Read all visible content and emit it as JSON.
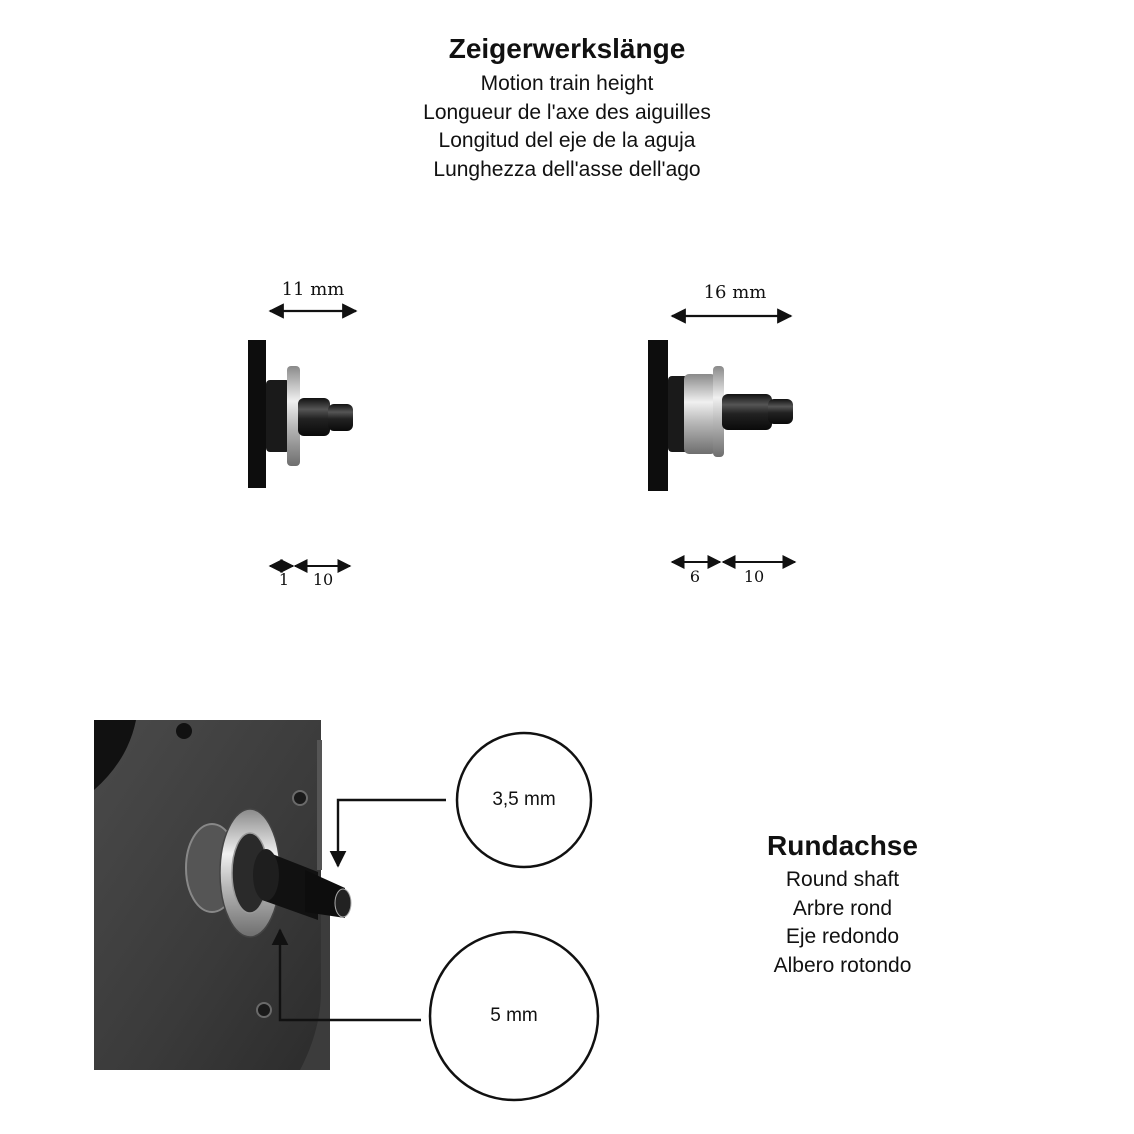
{
  "header": {
    "title": "Zeigerwerkslänge",
    "lines": [
      "Motion train height",
      "Longueur de l'axe des aiguilles",
      "Longitud del eje de la aguja",
      "Lunghezza dell'asse dell'ago"
    ]
  },
  "left_movement": {
    "total_label": "11 mm",
    "segment_a": "1",
    "segment_b": "10"
  },
  "right_movement": {
    "total_label": "16 mm",
    "segment_a": "6",
    "segment_b": "10"
  },
  "callouts": {
    "upper": "3,5 mm",
    "lower": "5 mm"
  },
  "round_shaft": {
    "title": "Rundachse",
    "lines": [
      "Round shaft",
      "Arbre rond",
      "Eje redondo",
      "Albero rotondo"
    ]
  }
}
